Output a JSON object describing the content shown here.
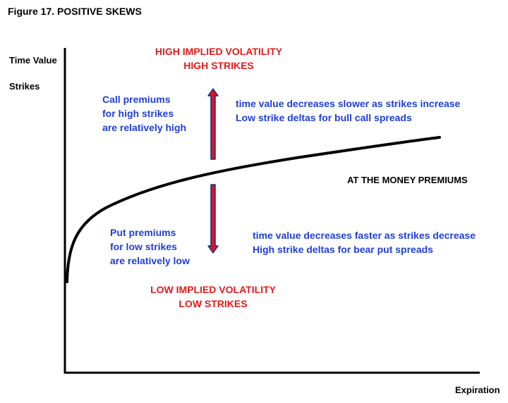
{
  "figure": {
    "title": "Figure 17. POSITIVE SKEWS"
  },
  "axes": {
    "y_label_1": "Time Value",
    "y_label_2": "Strikes",
    "x_label": "Expiration"
  },
  "upper": {
    "title_line1": "HIGH IMPLIED VOLATILITY",
    "title_line2": "HIGH STRIKES",
    "left_text": [
      "Call premiums",
      "for high strikes",
      "are relatively high"
    ],
    "right_text": [
      "time value decreases slower as strikes increase",
      "Low strike deltas for bull call spreads"
    ]
  },
  "curve": {
    "label": "AT THE MONEY PREMIUMS"
  },
  "lower": {
    "left_text": [
      "Put premiums",
      "for low strikes",
      "are relatively low"
    ],
    "right_text": [
      "time value decreases faster as strikes decrease",
      "High strike deltas for bear put spreads"
    ],
    "title_line1": "LOW IMPLIED VOLATILITY",
    "title_line2": "LOW STRIKES"
  },
  "colors": {
    "blue_text": "#1f3fd6",
    "red_text": "#e21b1b",
    "arrow_fill": "#d41a1a",
    "arrow_outline": "#1a2b8c",
    "axis": "#000000"
  },
  "icons": {
    "up_arrow": "arrow-up-icon",
    "down_arrow": "arrow-down-icon"
  }
}
